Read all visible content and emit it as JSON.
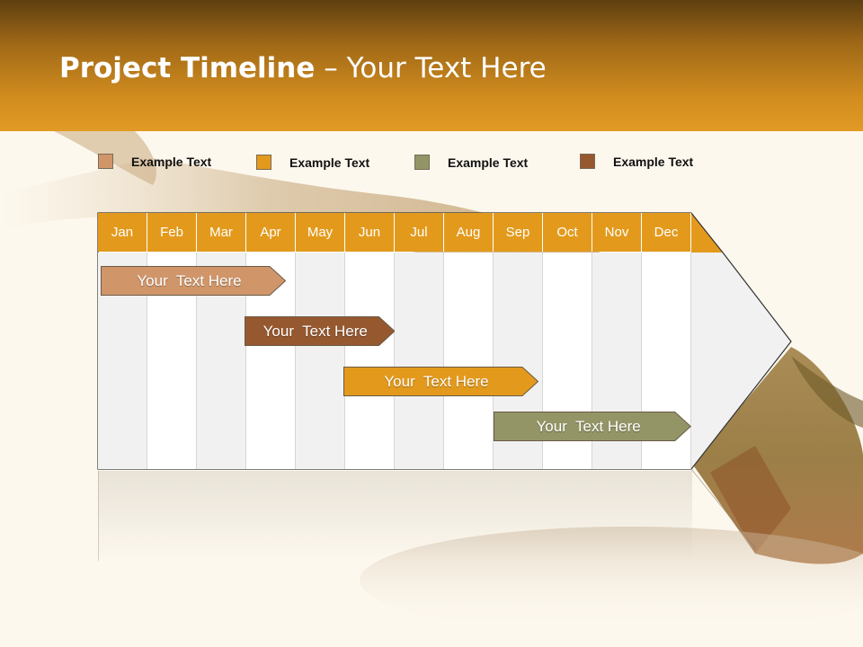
{
  "slide": {
    "title_bold": "Project Timeline",
    "title_rest": " – Your Text Here"
  },
  "colors": {
    "header_dark": "#5e3f10",
    "header_light": "#e19a25",
    "month_bar": "#e39a1c",
    "grid_light": "#f1f1f1",
    "grid_white": "#ffffff"
  },
  "legend": [
    {
      "label": "Example Text",
      "color": "#d0966a"
    },
    {
      "label": "Example Text",
      "color": "#e39a1c"
    },
    {
      "label": "Example Text",
      "color": "#939566"
    },
    {
      "label": "Example Text",
      "color": "#96582f"
    }
  ],
  "months": [
    "Jan",
    "Feb",
    "Mar",
    "Apr",
    "May",
    "Jun",
    "Jul",
    "Aug",
    "Sep",
    "Oct",
    "Nov",
    "Dec"
  ],
  "tasks": [
    {
      "label": "Your  Text Here",
      "color": "#d0966a",
      "start_month": 1.0,
      "end_month": 3.8
    },
    {
      "label": "Your  Text Here",
      "color": "#96582f",
      "start_month": 3.9,
      "end_month": 6.0
    },
    {
      "label": "Your  Text Here",
      "color": "#e39a1c",
      "start_month": 5.9,
      "end_month": 8.9
    },
    {
      "label": "Your  Text Here",
      "color": "#939566",
      "start_month": 8.95,
      "end_month": 12.0
    }
  ]
}
